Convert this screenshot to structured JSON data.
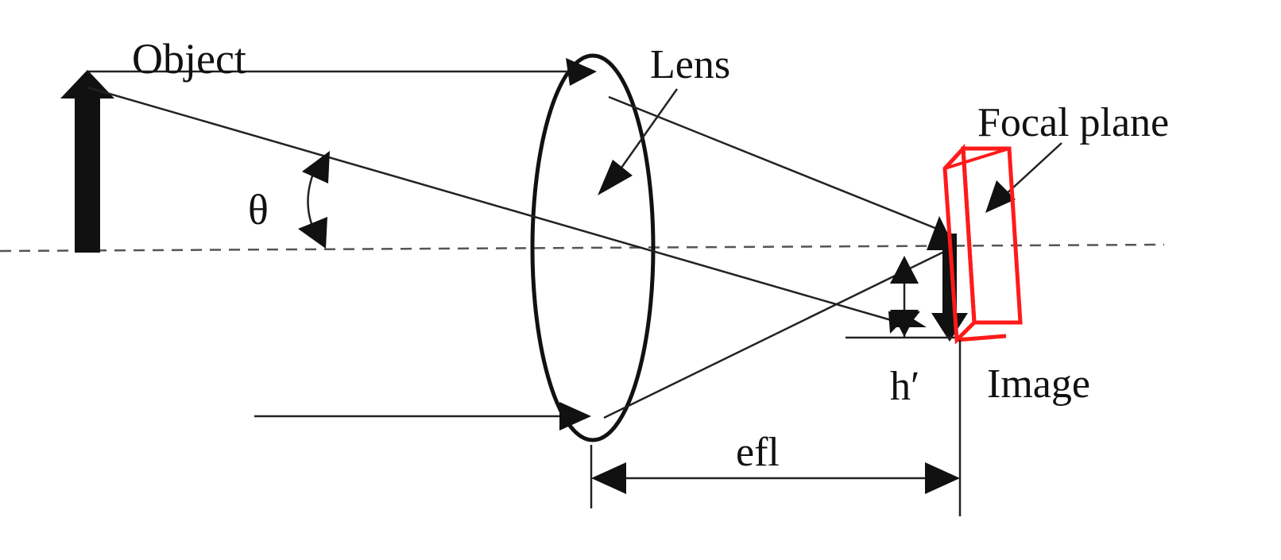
{
  "labels": {
    "object": "Object",
    "lens": "Lens",
    "focal_plane": "Focal plane",
    "theta": "θ",
    "h_prime": "h′",
    "image": "Image",
    "efl": "efl"
  },
  "colors": {
    "ink": "#111111",
    "focal_plane": "#ff1a1a",
    "background": "#ffffff"
  }
}
